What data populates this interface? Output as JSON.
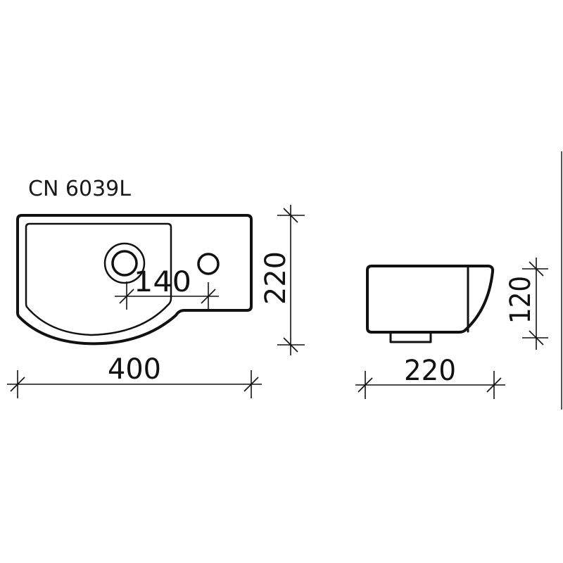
{
  "drawing": {
    "model_label": "CN 6039L",
    "top_view": {
      "width_dim": "400",
      "depth_dim": "220",
      "hole_spacing_dim": "140"
    },
    "side_view": {
      "depth_dim": "220",
      "height_dim": "120"
    },
    "colors": {
      "line": "#111111",
      "background": "#ffffff",
      "border": "#555555"
    }
  }
}
